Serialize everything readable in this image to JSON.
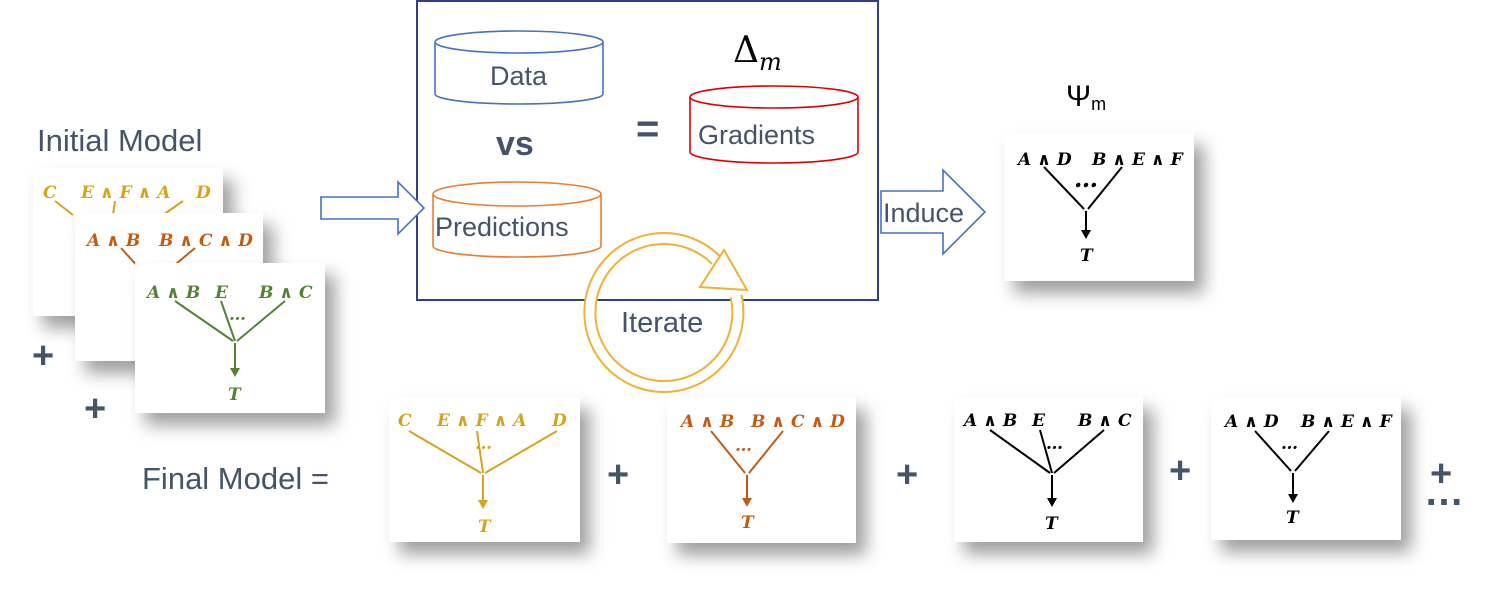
{
  "colors": {
    "slate": "#44546a",
    "blue": "#4472c4",
    "orange": "#ed7d31",
    "red": "#e00000",
    "gold": "#f2b134",
    "navy": "#2f3e8f",
    "tree_gold": "#d9a21b",
    "tree_rust": "#c55a11",
    "tree_green": "#548235",
    "tree_black": "#000000"
  },
  "labels": {
    "initial_model": "Initial Model",
    "final_model": "Final Model =",
    "data": "Data",
    "predictions": "Predictions",
    "gradients": "Gradients",
    "vs": "vs",
    "equals": "=",
    "delta_m": "Δ",
    "delta_sub": "m",
    "psi_m": "Ψ",
    "psi_sub": "m",
    "induce": "Induce",
    "iterate": "Iterate",
    "plus": "+",
    "ellipsis": "…"
  },
  "trees": {
    "t1": {
      "left": "C",
      "mid": "E ∧ F ∧ A",
      "right": "D",
      "dots": "…",
      "root": "T"
    },
    "t2": {
      "left": "A ∧ B",
      "mid": "B ∧ C ∧ D",
      "dots": "…",
      "root": "T"
    },
    "t3": {
      "left": "A ∧ B",
      "mid": "E",
      "right": "B ∧ C",
      "dots": "…",
      "root": "T"
    },
    "t4": {
      "left": "A ∧ D",
      "mid": "B ∧ E ∧ F",
      "dots": "…",
      "root": "T"
    }
  }
}
